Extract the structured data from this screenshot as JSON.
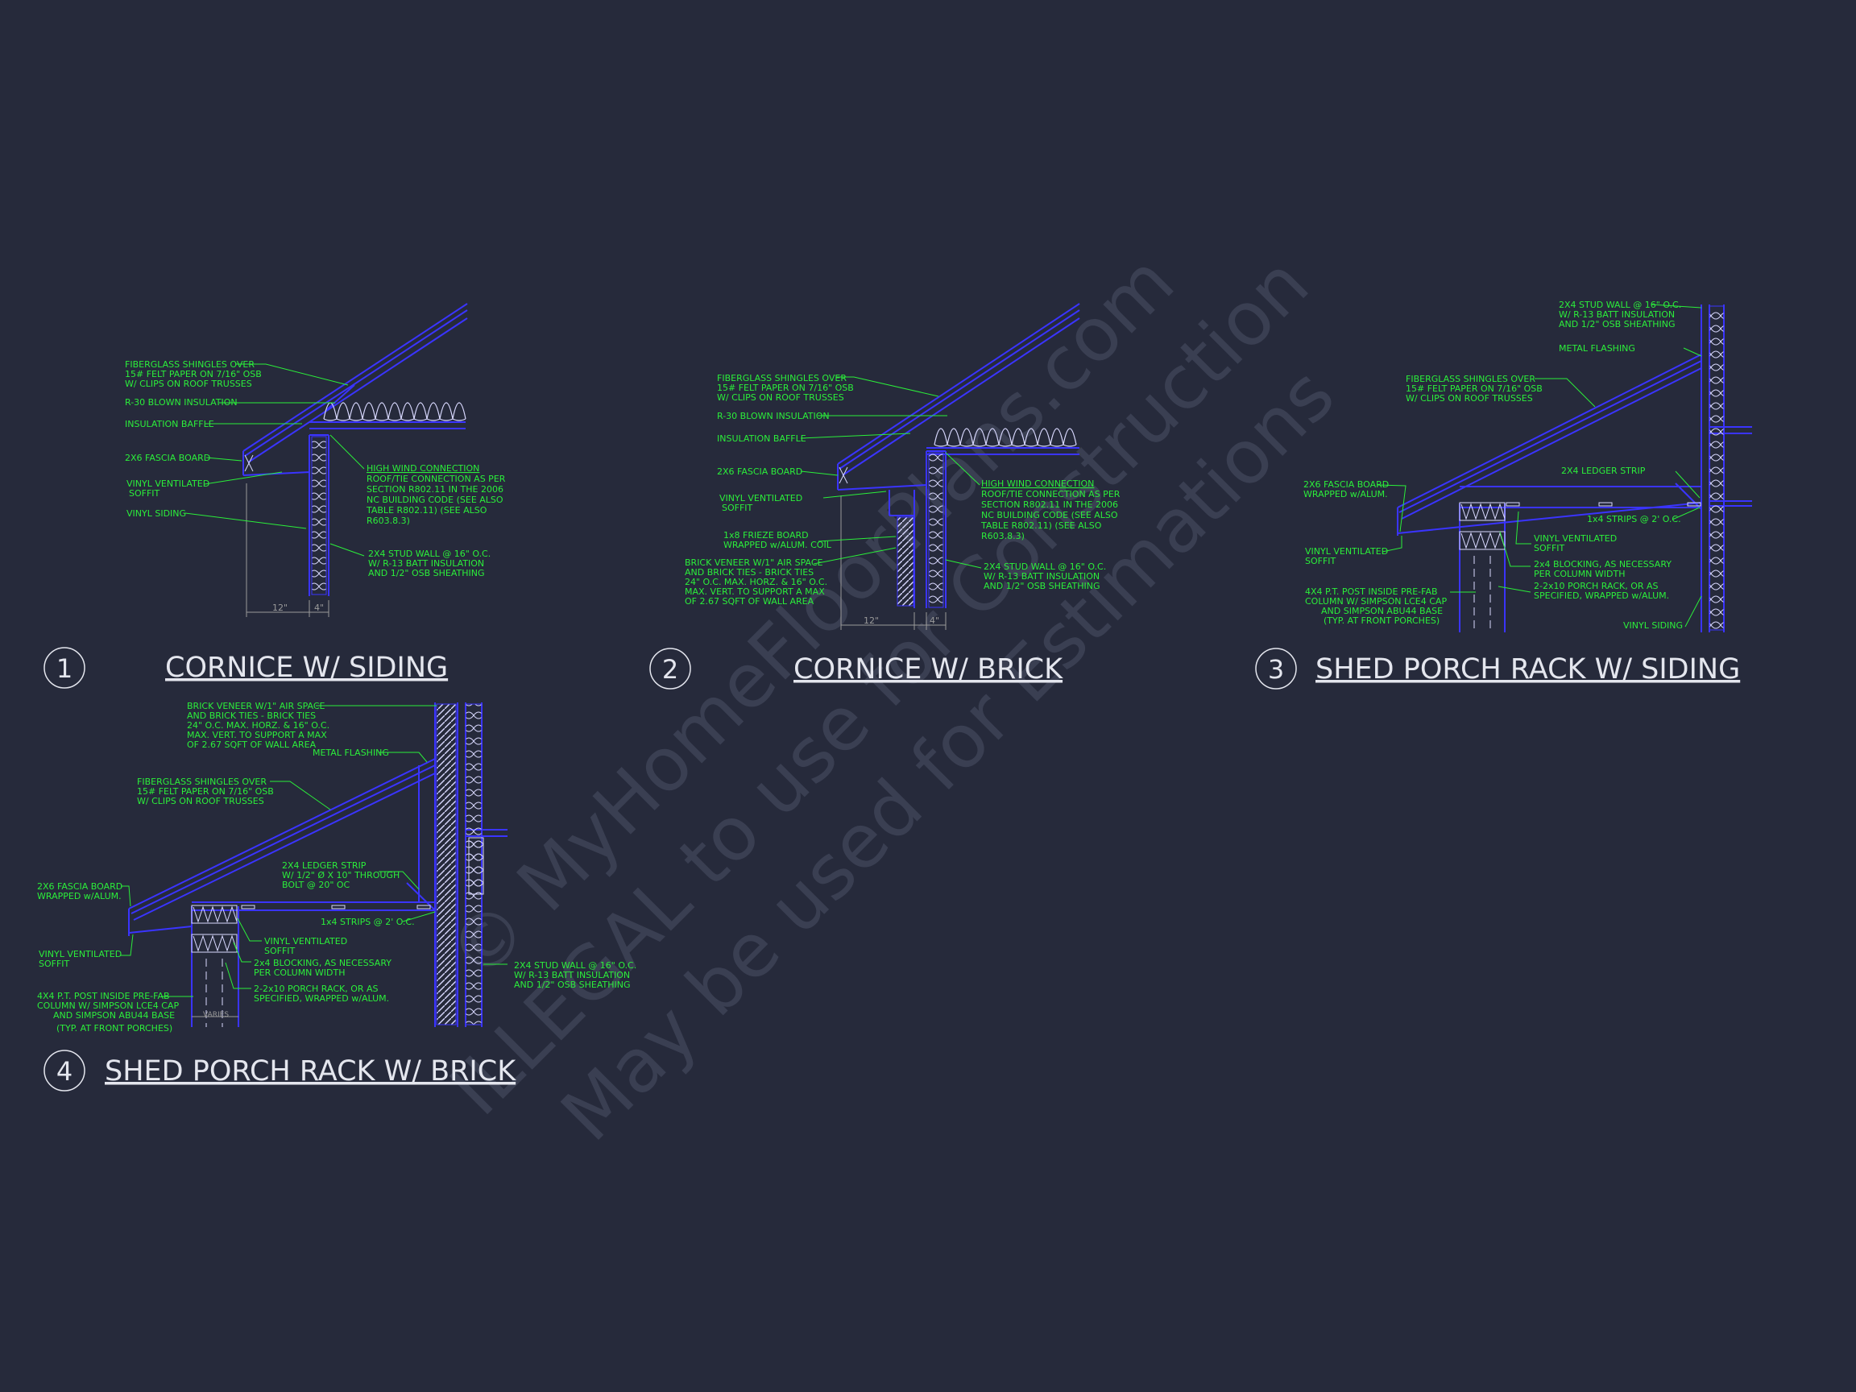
{
  "watermark": {
    "line1": "© MyHomeFloorPlans.com",
    "line2": "ILLEGAL to use for Construction",
    "line3": "May be used for Estimations"
  },
  "colors": {
    "background": "#262a3b",
    "annotation": "#2bee3a",
    "linework": "#3a34ff",
    "title_text": "#e4e6ee"
  },
  "details": [
    {
      "number": "1",
      "title": "CORNICE W/ SIDING",
      "notes": {
        "shingles": [
          "FIBERGLASS SHINGLES OVER",
          "15# FELT PAPER ON 7/16\" OSB",
          "W/ CLIPS ON ROOF TRUSSES"
        ],
        "insulation": "R-30 BLOWN INSULATION",
        "baffle": "INSULATION BAFFLE",
        "fascia": "2X6 FASCIA BOARD",
        "soffit": [
          "VINYL VENTILATED",
          "SOFFIT"
        ],
        "siding": "VINYL SIDING",
        "wind": [
          "HIGH WIND CONNECTION",
          "ROOF/TIE CONNECTION AS PER",
          "SECTION R802.11 IN THE 2006",
          "NC BUILDING CODE (SEE ALSO",
          "TABLE R802.11) (SEE ALSO",
          "R603.8.3)"
        ],
        "stud": [
          "2X4 STUD WALL @ 16\" O.C.",
          "W/ R-13 BATT INSULATION",
          "AND 1/2\" OSB SHEATHING"
        ]
      },
      "dims": [
        "12\"",
        "4\""
      ]
    },
    {
      "number": "2",
      "title": "CORNICE W/ BRICK",
      "notes": {
        "shingles": [
          "FIBERGLASS SHINGLES OVER",
          "15# FELT PAPER ON 7/16\" OSB",
          "W/ CLIPS ON ROOF TRUSSES"
        ],
        "insulation": "R-30 BLOWN INSULATION",
        "baffle": "INSULATION BAFFLE",
        "fascia": "2X6 FASCIA BOARD",
        "soffit": [
          "VINYL VENTILATED",
          "SOFFIT"
        ],
        "frieze": [
          "1x8 FRIEZE BOARD",
          "WRAPPED w/ALUM. COIL"
        ],
        "brick": [
          "BRICK VENEER W/1\" AIR SPACE",
          "AND BRICK TIES - BRICK TIES",
          "24\" O.C. MAX. HORZ. & 16\" O.C.",
          "MAX. VERT. TO SUPPORT A MAX",
          "OF 2.67 SQFT OF WALL AREA"
        ],
        "wind": [
          "HIGH WIND CONNECTION",
          "ROOF/TIE CONNECTION AS PER",
          "SECTION R802.11 IN THE 2006",
          "NC BUILDING CODE (SEE ALSO",
          "TABLE R802.11) (SEE ALSO",
          "R603.8.3)"
        ],
        "stud": [
          "2X4 STUD WALL @ 16\" O.C.",
          "W/ R-13 BATT INSULATION",
          "AND 1/2\" OSB SHEATHING"
        ]
      },
      "dims": [
        "12\"",
        "4\""
      ]
    },
    {
      "number": "3",
      "title": "SHED PORCH RACK W/ SIDING",
      "notes": {
        "stud": [
          "2X4 STUD WALL @ 16\" O.C.",
          "W/ R-13 BATT INSULATION",
          "AND 1/2\" OSB SHEATHING"
        ],
        "flashing": "METAL FLASHING",
        "shingles": [
          "FIBERGLASS SHINGLES OVER",
          "15# FELT PAPER ON 7/16\" OSB",
          "W/ CLIPS ON ROOF TRUSSES"
        ],
        "ledger": "2X4 LEDGER STRIP",
        "strips": "1x4 STRIPS @ 2' O.C.",
        "fascia": [
          "2X6 FASCIA BOARD",
          "WRAPPED w/ALUM."
        ],
        "soffit_left": [
          "VINYL VENTILATED",
          "SOFFIT"
        ],
        "soffit_right": [
          "VINYL VENTILATED",
          "SOFFIT"
        ],
        "blocking": [
          "2x4 BLOCKING, AS NECESSARY",
          "PER COLUMN WIDTH"
        ],
        "rack": [
          "2-2x10 PORCH RACK, OR AS",
          "SPECIFIED, WRAPPED w/ALUM."
        ],
        "post": [
          "4X4 P.T. POST INSIDE PRE-FAB",
          "COLUMN W/ SIMPSON LCE4 CAP",
          "AND SIMPSON ABU44 BASE",
          "(TYP. AT FRONT PORCHES)"
        ],
        "siding": "VINYL SIDING"
      }
    },
    {
      "number": "4",
      "title": "SHED PORCH RACK W/ BRICK",
      "notes": {
        "brick": [
          "BRICK VENEER W/1\" AIR SPACE",
          "AND BRICK TIES - BRICK TIES",
          "24\" O.C. MAX. HORZ. & 16\" O.C.",
          "MAX. VERT. TO SUPPORT A MAX",
          "OF 2.67 SQFT OF WALL AREA"
        ],
        "flashing": "METAL FLASHING",
        "shingles": [
          "FIBERGLASS SHINGLES OVER",
          "15# FELT PAPER ON 7/16\" OSB",
          "W/ CLIPS ON ROOF TRUSSES"
        ],
        "ledger": [
          "2X4 LEDGER STRIP",
          "W/ 1/2\" Ø X 10\" THROUGH",
          "BOLT @ 20\" OC"
        ],
        "fascia": [
          "2X6 FASCIA BOARD",
          "WRAPPED w/ALUM."
        ],
        "strips": "1x4 STRIPS @ 2' O.C.",
        "soffit_left": [
          "VINYL VENTILATED",
          "SOFFIT"
        ],
        "soffit_right": [
          "VINYL VENTILATED",
          "SOFFIT"
        ],
        "blocking": [
          "2x4 BLOCKING, AS NECESSARY",
          "PER COLUMN WIDTH"
        ],
        "rack": [
          "2-2x10 PORCH RACK, OR AS",
          "SPECIFIED, WRAPPED w/ALUM."
        ],
        "post": [
          "4X4 P.T. POST INSIDE PRE-FAB",
          "COLUMN W/ SIMPSON LCE4 CAP",
          "AND SIMPSON ABU44 BASE",
          "(TYP. AT FRONT PORCHES)"
        ],
        "stud": [
          "2X4 STUD WALL @ 16\" O.C.",
          "W/ R-13 BATT INSULATION",
          "AND 1/2\" OSB SHEATHING"
        ],
        "varies": "VARIES"
      }
    }
  ]
}
